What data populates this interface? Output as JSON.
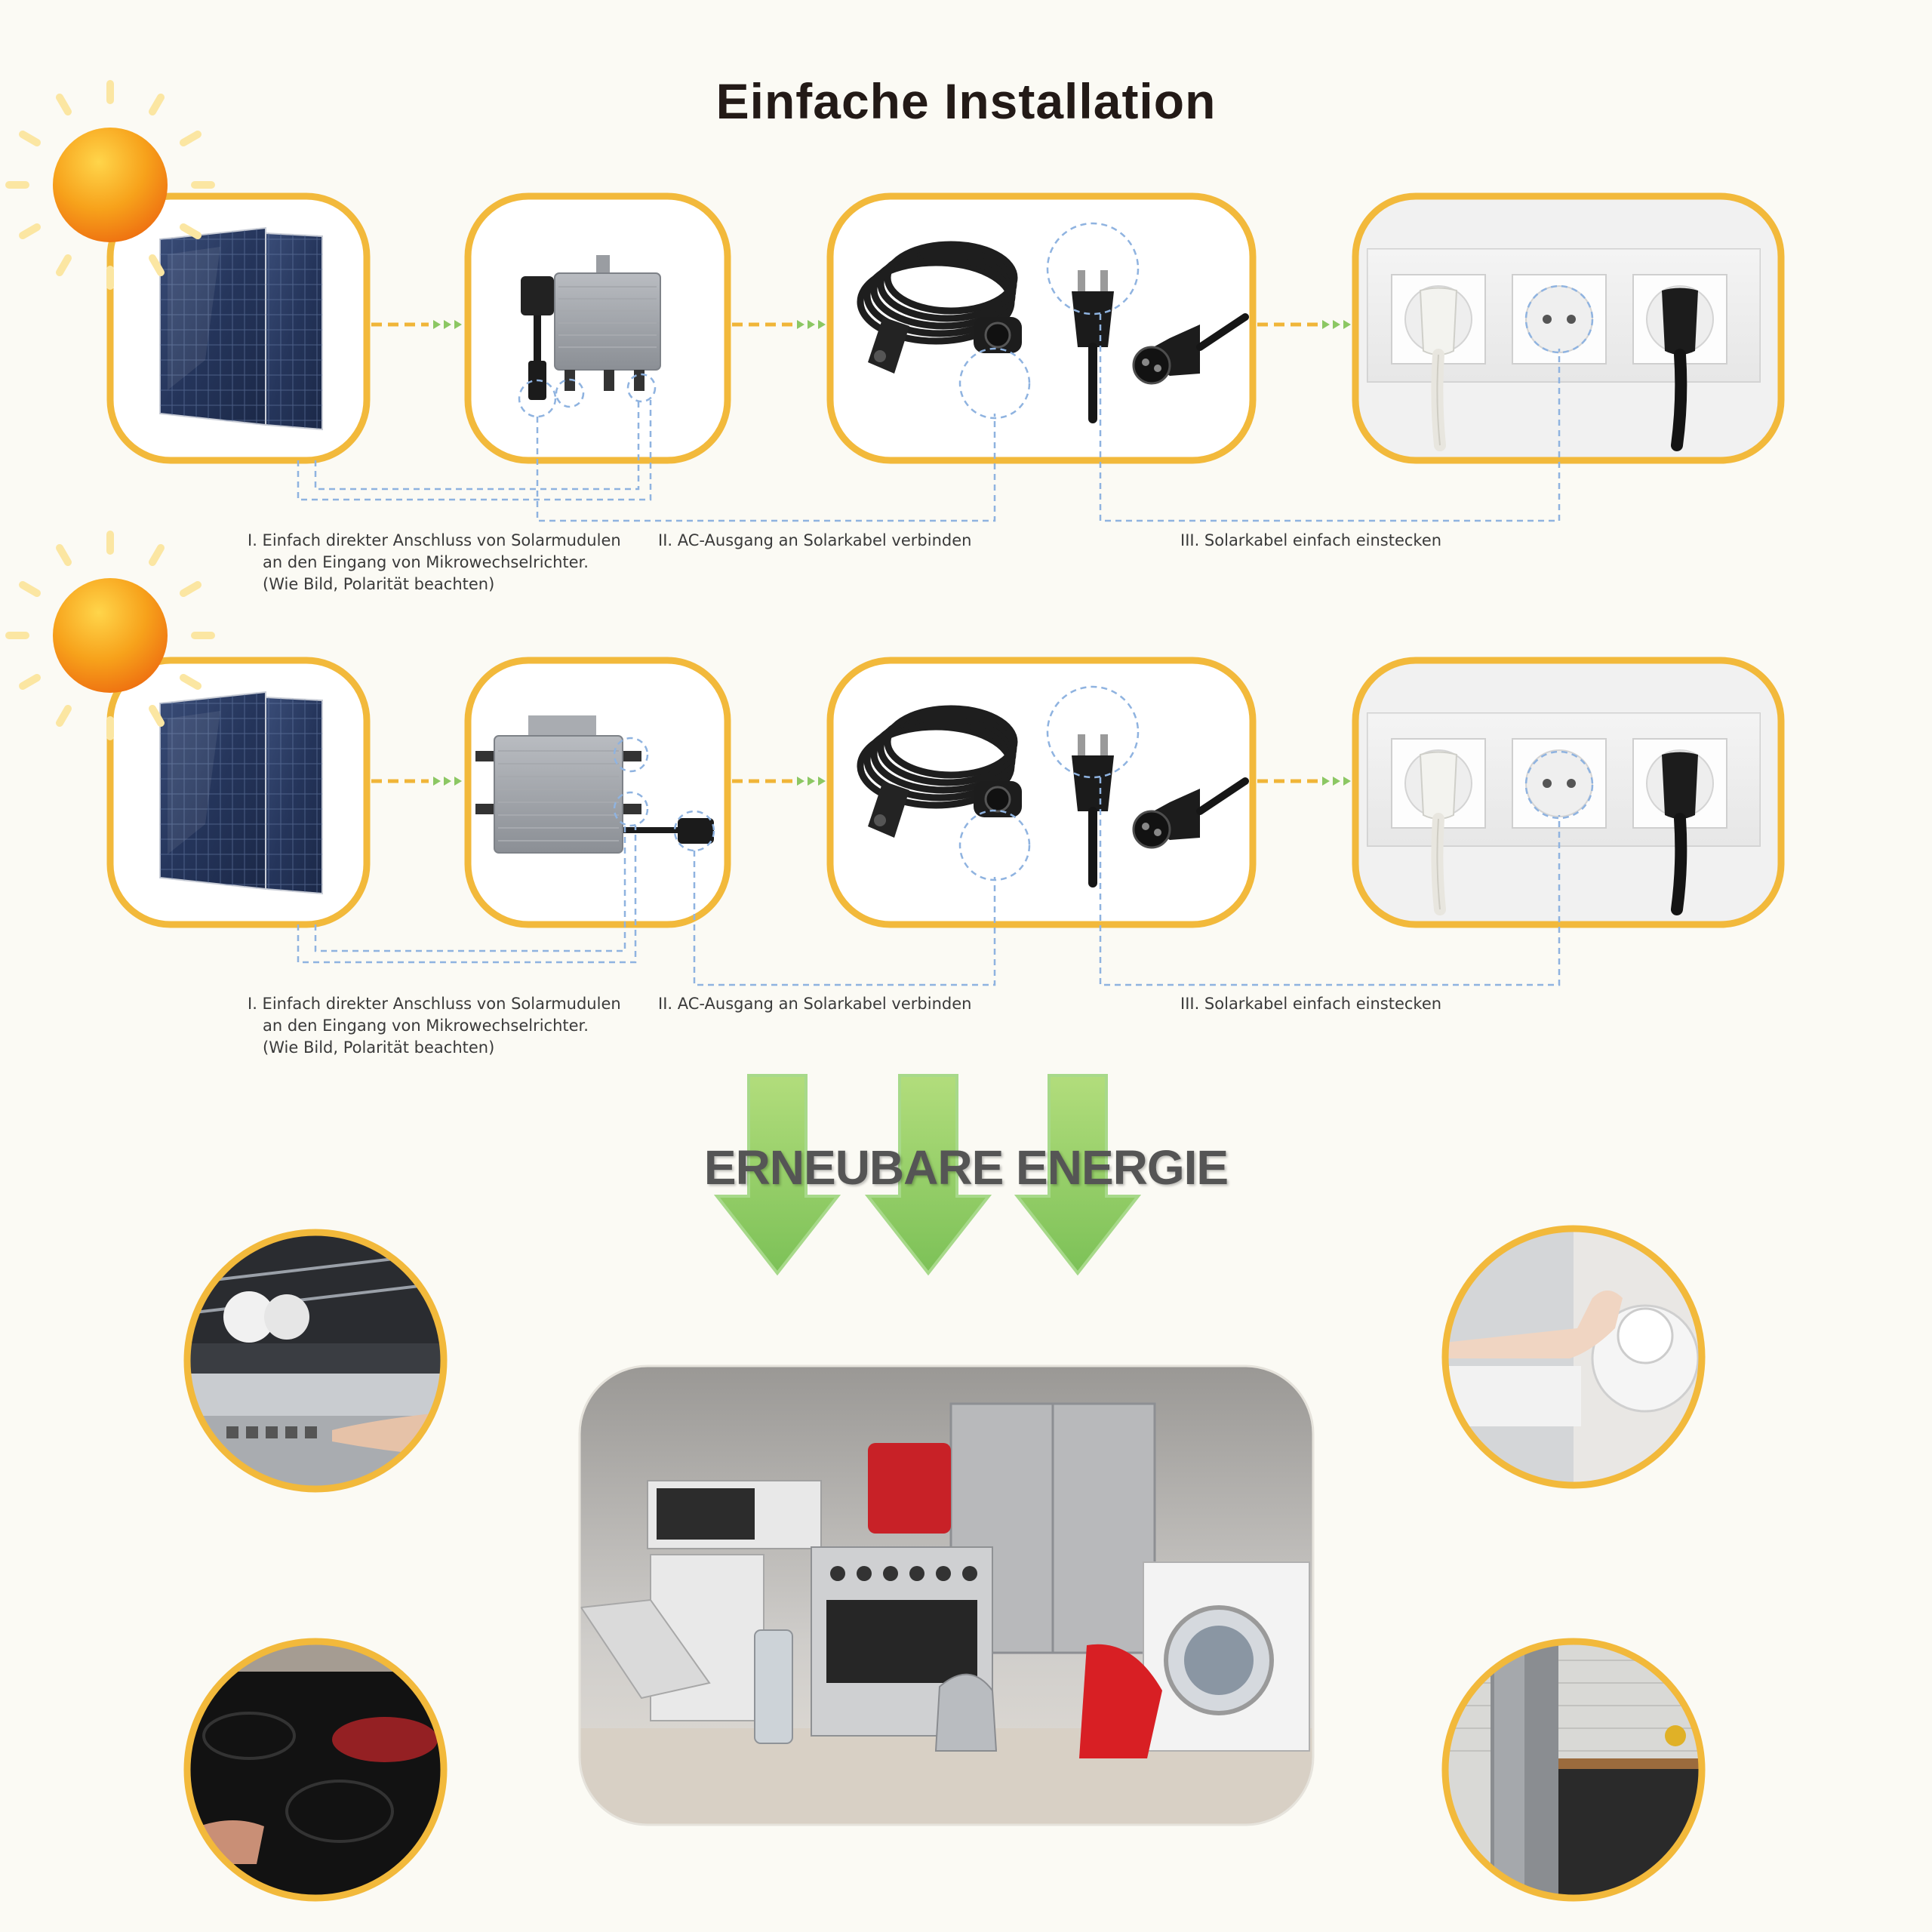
{
  "title": "Einfache Installation",
  "rows": [
    {
      "step1": "I. Einfach direkter Anschluss von Solarmudulen\n   an den Eingang von Mikrowechselrichter.\n   (Wie Bild, Polarität beachten)",
      "step2": "II. AC-Ausgang an Solarkabel verbinden",
      "step3": "III. Solarkabel einfach einstecken"
    },
    {
      "step1": "I. Einfach direkter Anschluss von Solarmudulen\n   an den Eingang von Mikrowechselrichter.\n   (Wie Bild, Polarität beachten)",
      "step2": "II. AC-Ausgang an Solarkabel verbinden",
      "step3": "III. Solarkabel einfach einstecken"
    }
  ],
  "banner": "ERNEUBARE ENERGIE",
  "colors": {
    "frame": "#f2b93b",
    "connector": "#f0b538",
    "leader": "#8fb3e0",
    "arrow": "#8cc763",
    "sun": "#f59a17"
  },
  "icons": [
    "sun-icon",
    "solar-panel-icon",
    "microinverter-icon",
    "ac-cable-icon",
    "schuko-plug-icon",
    "wall-socket-icon",
    "green-arrow-icon"
  ]
}
